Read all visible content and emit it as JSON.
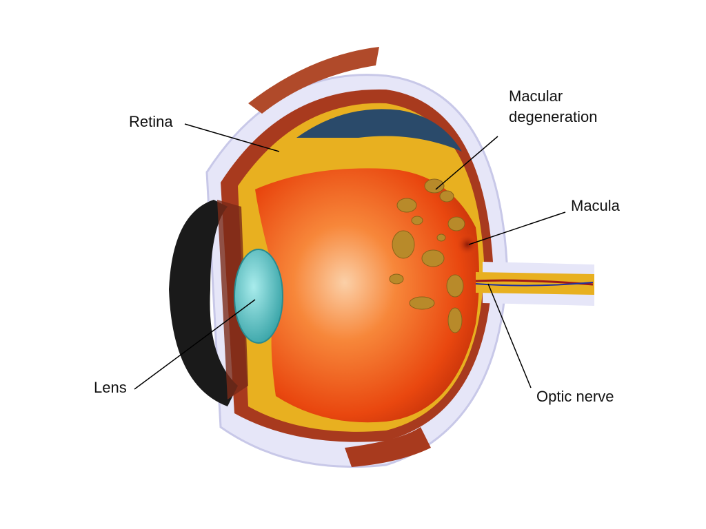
{
  "labels": {
    "retina": "Retina",
    "macular_degeneration_line1": "Macular",
    "macular_degeneration_line2": "degeneration",
    "macula": "Macula",
    "lens": "Lens",
    "optic_nerve": "Optic nerve"
  },
  "colors": {
    "vitreous": "#f05a1a",
    "retina": "#e8b020",
    "sclera": "#e4e4f6",
    "choroid": "#a83a1e",
    "cornea": "#1a1a1a",
    "lens": "#5ec6c6",
    "lesions": "#b88a2a"
  }
}
